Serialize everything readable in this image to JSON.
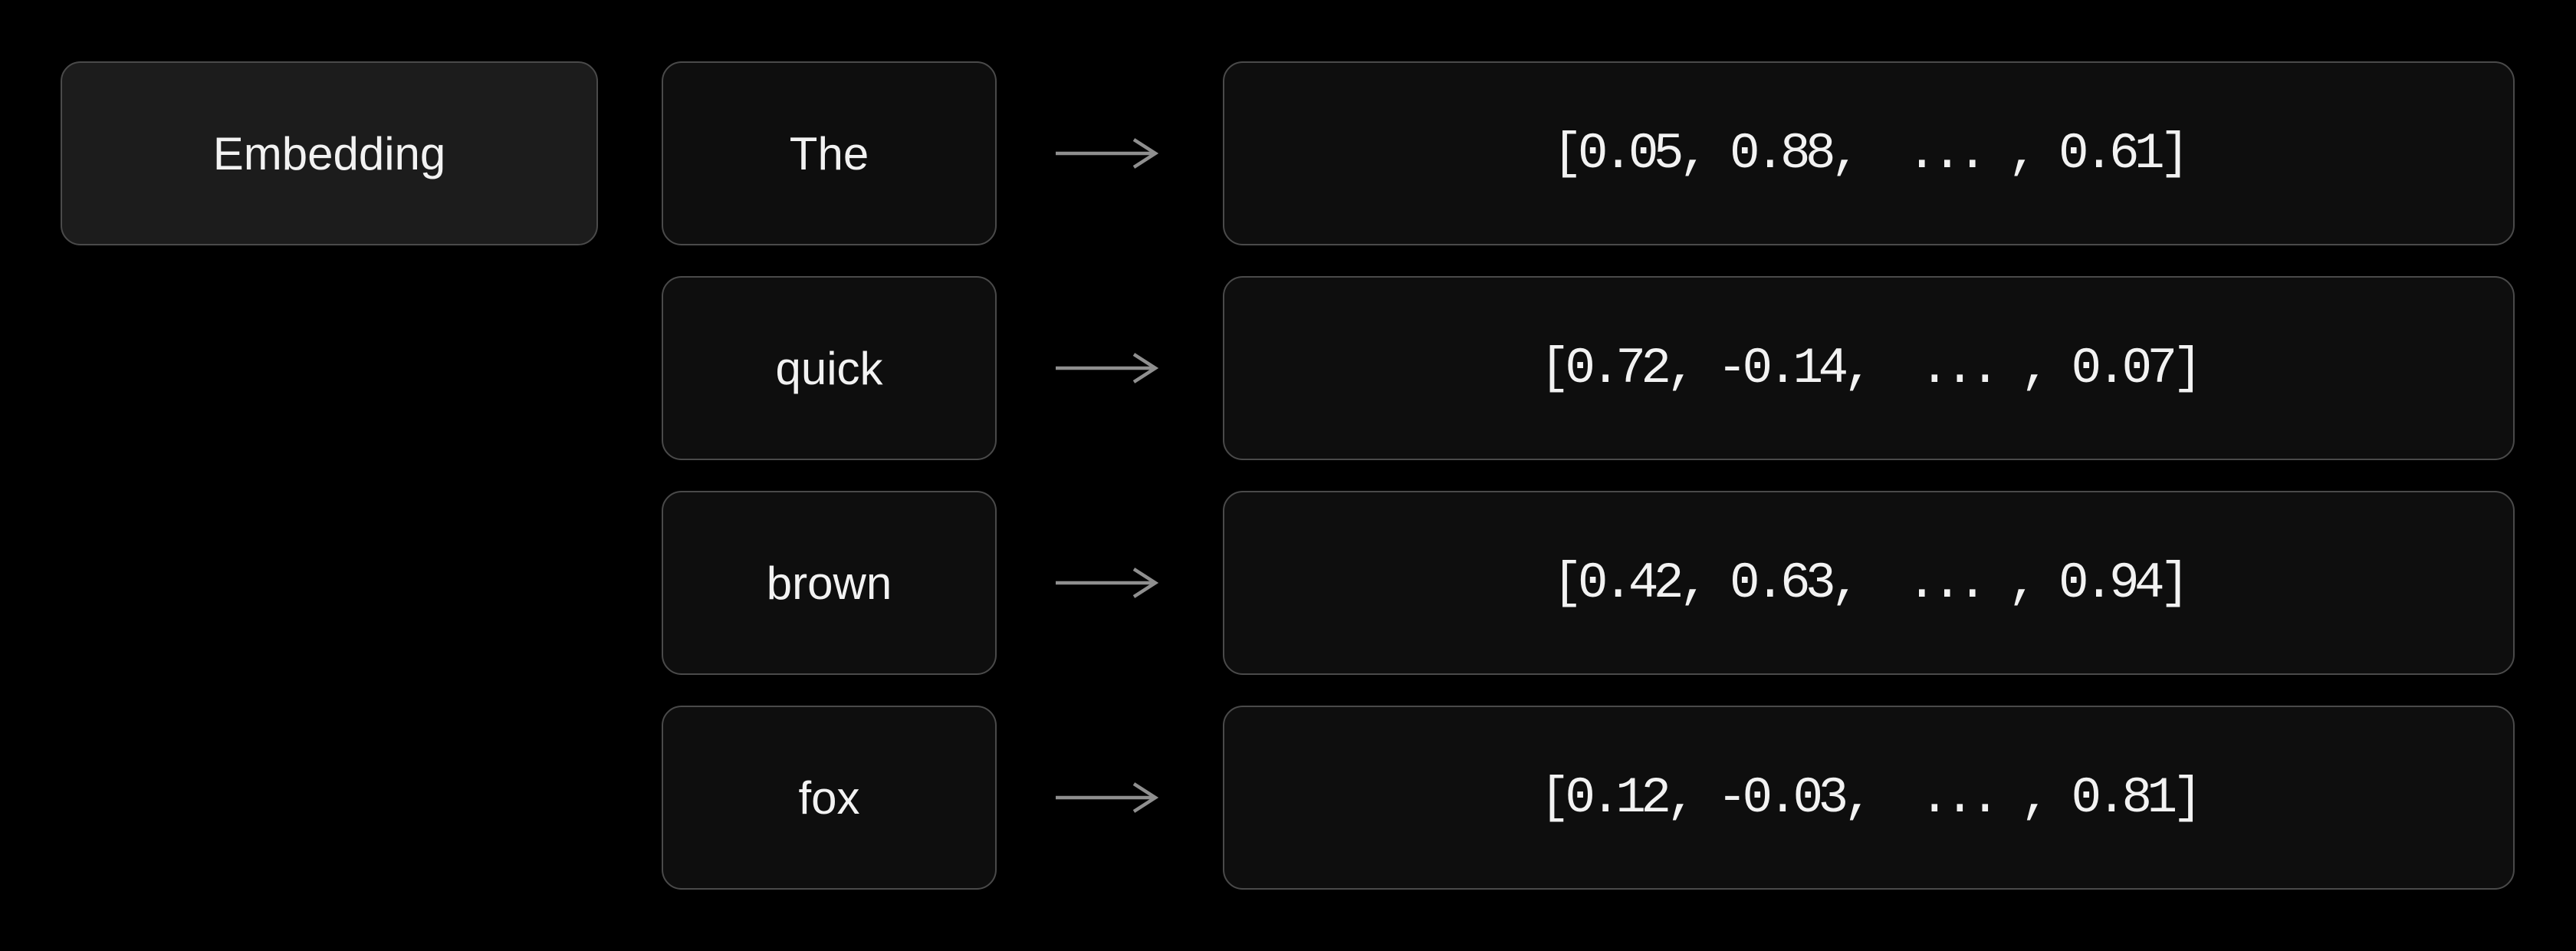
{
  "stage": {
    "label": "Embedding"
  },
  "rows": [
    {
      "token": "The",
      "vector": "[0.05, 0.88,  ... , 0.61]"
    },
    {
      "token": "quick",
      "vector": "[0.72, -0.14,  ... , 0.07]"
    },
    {
      "token": "brown",
      "vector": "[0.42, 0.63,  ... , 0.94]"
    },
    {
      "token": "fox",
      "vector": "[0.12, -0.03,  ... , 0.81]"
    }
  ],
  "icons": {
    "arrow_right": "right-arrow"
  },
  "colors": {
    "background": "#000000",
    "stage_box_fill": "#1c1c1c",
    "token_box_fill": "#0e0e0e",
    "box_border": "#4a4a4a",
    "text": "#f2f2f2",
    "arrow": "#8f8f8f"
  }
}
